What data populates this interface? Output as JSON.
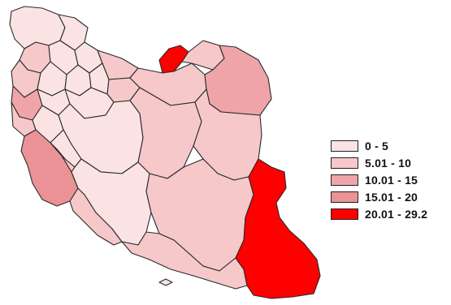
{
  "colors": {
    "c0": "#fbe3e4",
    "c1": "#f6c8ca",
    "c2": "#efa5a8",
    "c3": "#ea9296",
    "c4": "#ff0000",
    "border": "#2a2a2a"
  },
  "legend": [
    {
      "label": "0 - 5",
      "color": "#fbe3e4"
    },
    {
      "label": "5.01 - 10",
      "color": "#f6c8ca"
    },
    {
      "label": "10.01 - 15",
      "color": "#efa5a8"
    },
    {
      "label": "15.01 - 20",
      "color": "#ea9296"
    },
    {
      "label": "20.01 - 29.2",
      "color": "#ff0000"
    }
  ]
}
